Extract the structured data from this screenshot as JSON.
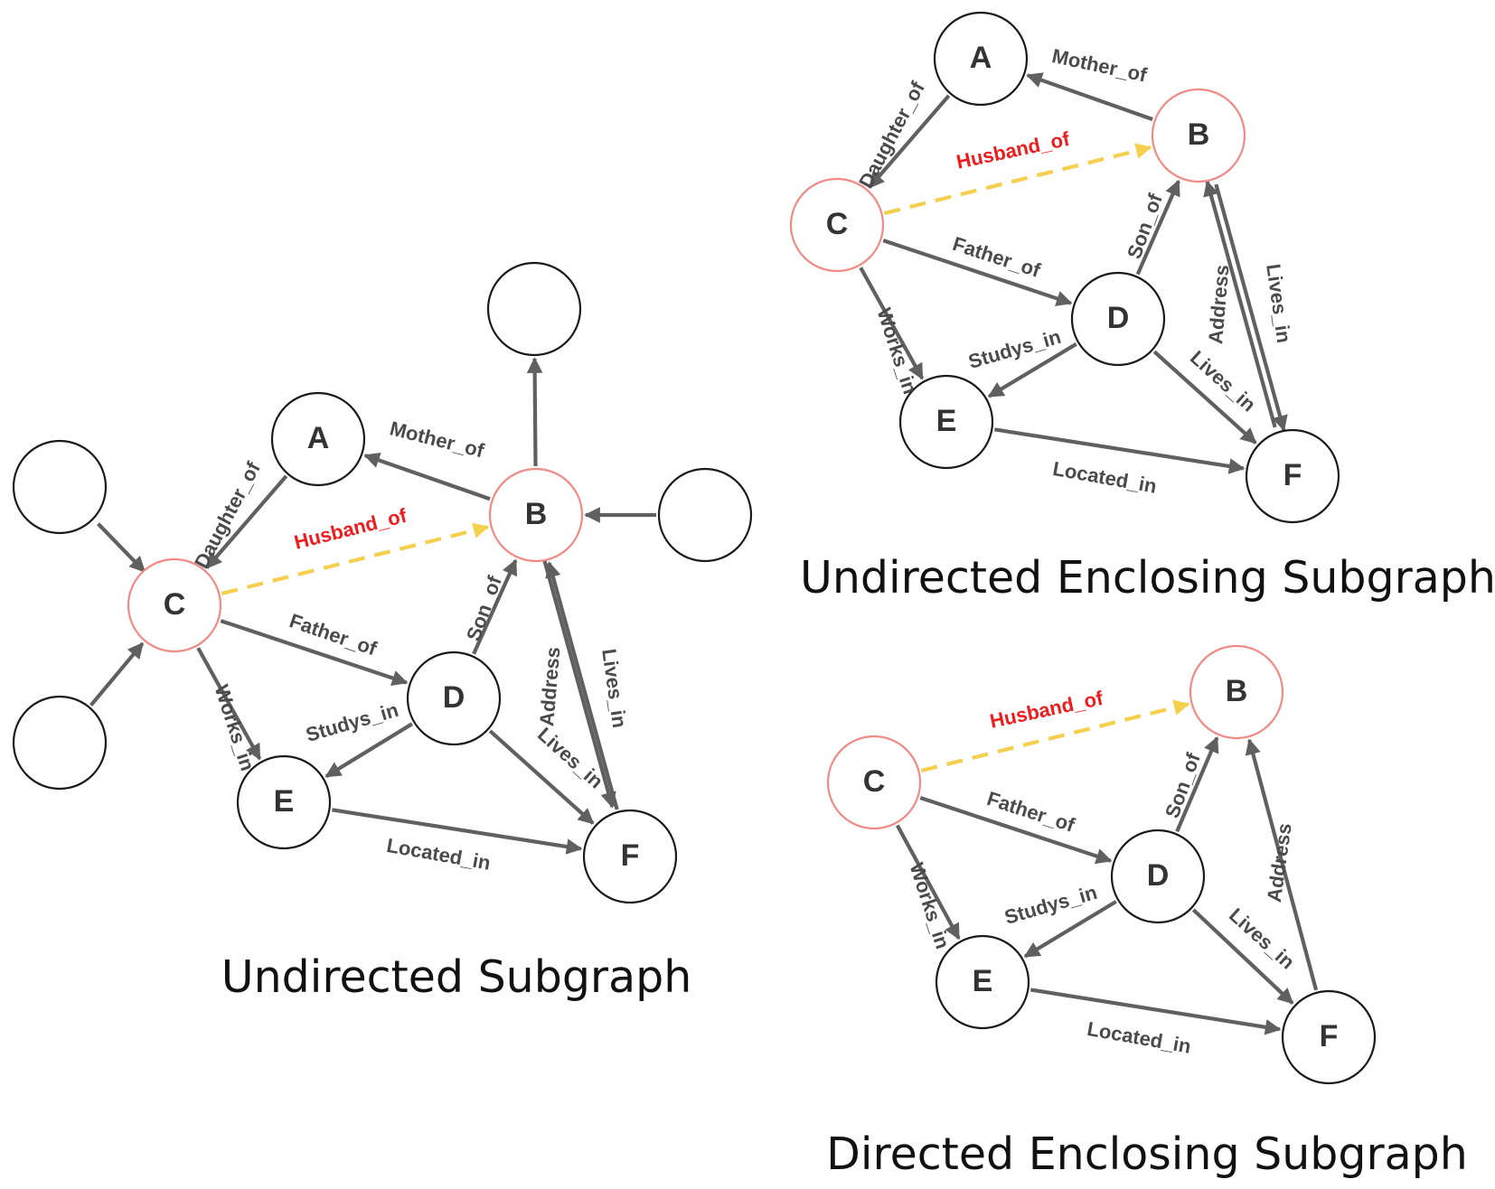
{
  "colors": {
    "node_stroke": "#1a1a1a",
    "target_node_stroke": "#f08a84",
    "edge": "#606060",
    "target_edge": "#f5cf4e",
    "target_label": "#ee1c1c"
  },
  "panels": [
    {
      "caption": "Undirected Subgraph",
      "nodes": [
        {
          "id": "A",
          "label": "A"
        },
        {
          "id": "B",
          "label": "B",
          "target": true
        },
        {
          "id": "C",
          "label": "C",
          "target": true
        },
        {
          "id": "D",
          "label": "D"
        },
        {
          "id": "E",
          "label": "E"
        },
        {
          "id": "F",
          "label": "F"
        },
        {
          "id": "N1",
          "label": ""
        },
        {
          "id": "N2",
          "label": ""
        },
        {
          "id": "N3",
          "label": ""
        },
        {
          "id": "N4",
          "label": ""
        },
        {
          "id": "N5",
          "label": ""
        }
      ],
      "edges": [
        {
          "from": "B",
          "to": "A",
          "label": "Mother_of"
        },
        {
          "from": "A",
          "to": "C",
          "label": "Daughter_of"
        },
        {
          "from": "C",
          "to": "B",
          "label": "Husband_of",
          "target": true
        },
        {
          "from": "C",
          "to": "D",
          "label": "Father_of"
        },
        {
          "from": "C",
          "to": "E",
          "label": "Works_in"
        },
        {
          "from": "D",
          "to": "B",
          "label": "Son_of"
        },
        {
          "from": "D",
          "to": "E",
          "label": "Studys_in"
        },
        {
          "from": "D",
          "to": "F",
          "label": "Lives_in"
        },
        {
          "from": "E",
          "to": "F",
          "label": "Located_in"
        },
        {
          "from": "F",
          "to": "B",
          "label": "Address"
        },
        {
          "from": "B",
          "to": "F",
          "label": "Lives_in"
        },
        {
          "from": "N1",
          "to": "C",
          "label": ""
        },
        {
          "from": "N2",
          "to": "C",
          "label": ""
        },
        {
          "from": "B",
          "to": "N3",
          "label": ""
        },
        {
          "from": "N4",
          "to": "B",
          "label": ""
        }
      ]
    },
    {
      "caption": "Undirected Enclosing Subgraph",
      "nodes": [
        {
          "id": "A",
          "label": "A"
        },
        {
          "id": "B",
          "label": "B",
          "target": true
        },
        {
          "id": "C",
          "label": "C",
          "target": true
        },
        {
          "id": "D",
          "label": "D"
        },
        {
          "id": "E",
          "label": "E"
        },
        {
          "id": "F",
          "label": "F"
        }
      ],
      "edges": [
        {
          "from": "B",
          "to": "A",
          "label": "Mother_of"
        },
        {
          "from": "A",
          "to": "C",
          "label": "Daughter_of"
        },
        {
          "from": "C",
          "to": "B",
          "label": "Husband_of",
          "target": true
        },
        {
          "from": "C",
          "to": "D",
          "label": "Father_of"
        },
        {
          "from": "C",
          "to": "E",
          "label": "Works_in"
        },
        {
          "from": "D",
          "to": "B",
          "label": "Son_of"
        },
        {
          "from": "D",
          "to": "E",
          "label": "Studys_in"
        },
        {
          "from": "D",
          "to": "F",
          "label": "Lives_in"
        },
        {
          "from": "E",
          "to": "F",
          "label": "Located_in"
        },
        {
          "from": "F",
          "to": "B",
          "label": "Address"
        },
        {
          "from": "B",
          "to": "F",
          "label": "Lives_in"
        }
      ]
    },
    {
      "caption": "Directed Enclosing Subgraph",
      "nodes": [
        {
          "id": "B",
          "label": "B",
          "target": true
        },
        {
          "id": "C",
          "label": "C",
          "target": true
        },
        {
          "id": "D",
          "label": "D"
        },
        {
          "id": "E",
          "label": "E"
        },
        {
          "id": "F",
          "label": "F"
        }
      ],
      "edges": [
        {
          "from": "C",
          "to": "B",
          "label": "Husband_of",
          "target": true
        },
        {
          "from": "C",
          "to": "D",
          "label": "Father_of"
        },
        {
          "from": "C",
          "to": "E",
          "label": "Works_in"
        },
        {
          "from": "D",
          "to": "B",
          "label": "Son_of"
        },
        {
          "from": "D",
          "to": "E",
          "label": "Studys_in"
        },
        {
          "from": "D",
          "to": "F",
          "label": "Lives_in"
        },
        {
          "from": "E",
          "to": "F",
          "label": "Located_in"
        },
        {
          "from": "F",
          "to": "B",
          "label": "Address"
        }
      ]
    }
  ]
}
